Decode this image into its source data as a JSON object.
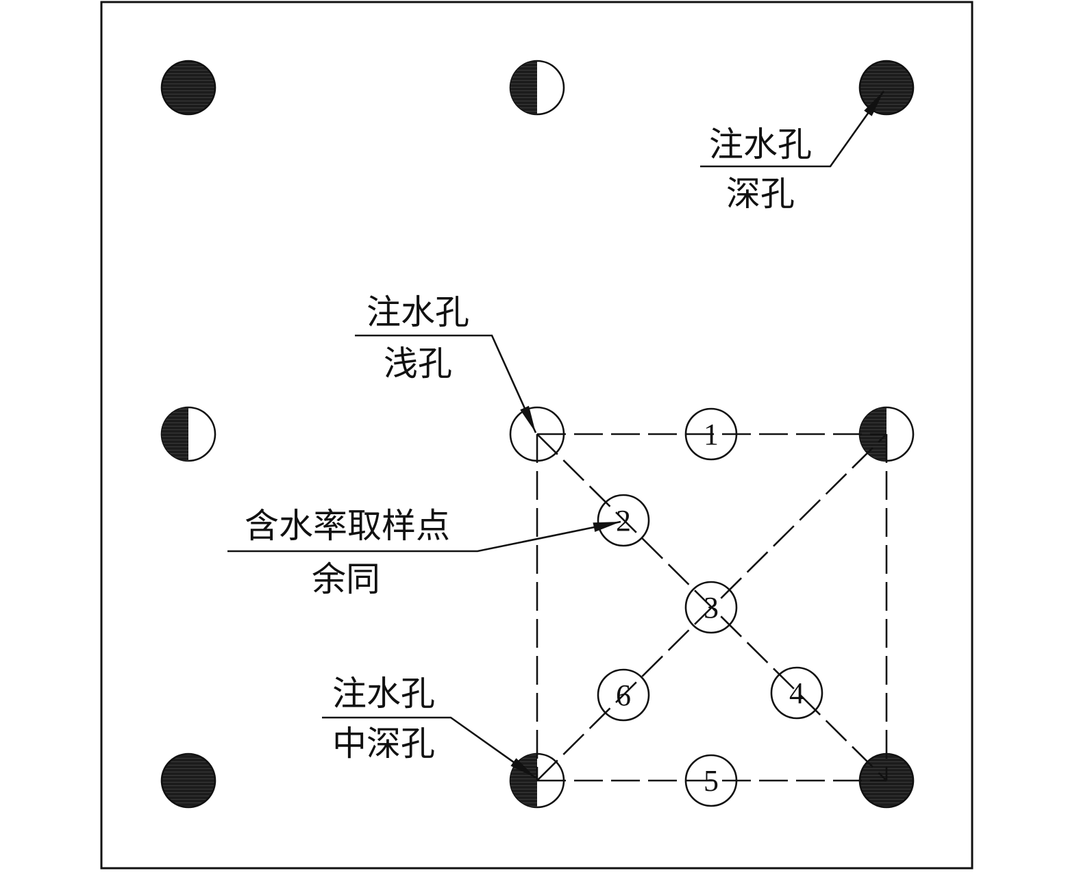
{
  "annotations": {
    "deep_hole": {
      "line1": "注水孔",
      "line2": "深孔"
    },
    "shallow_hole": {
      "line1": "注水孔",
      "line2": "浅孔"
    },
    "sampling_point": {
      "line1": "含水率取样点",
      "line2": "余同"
    },
    "medium_deep_hole": {
      "line1": "注水孔",
      "line2": "中深孔"
    }
  },
  "sampling_points": [
    "1",
    "2",
    "3",
    "4",
    "5",
    "6"
  ]
}
